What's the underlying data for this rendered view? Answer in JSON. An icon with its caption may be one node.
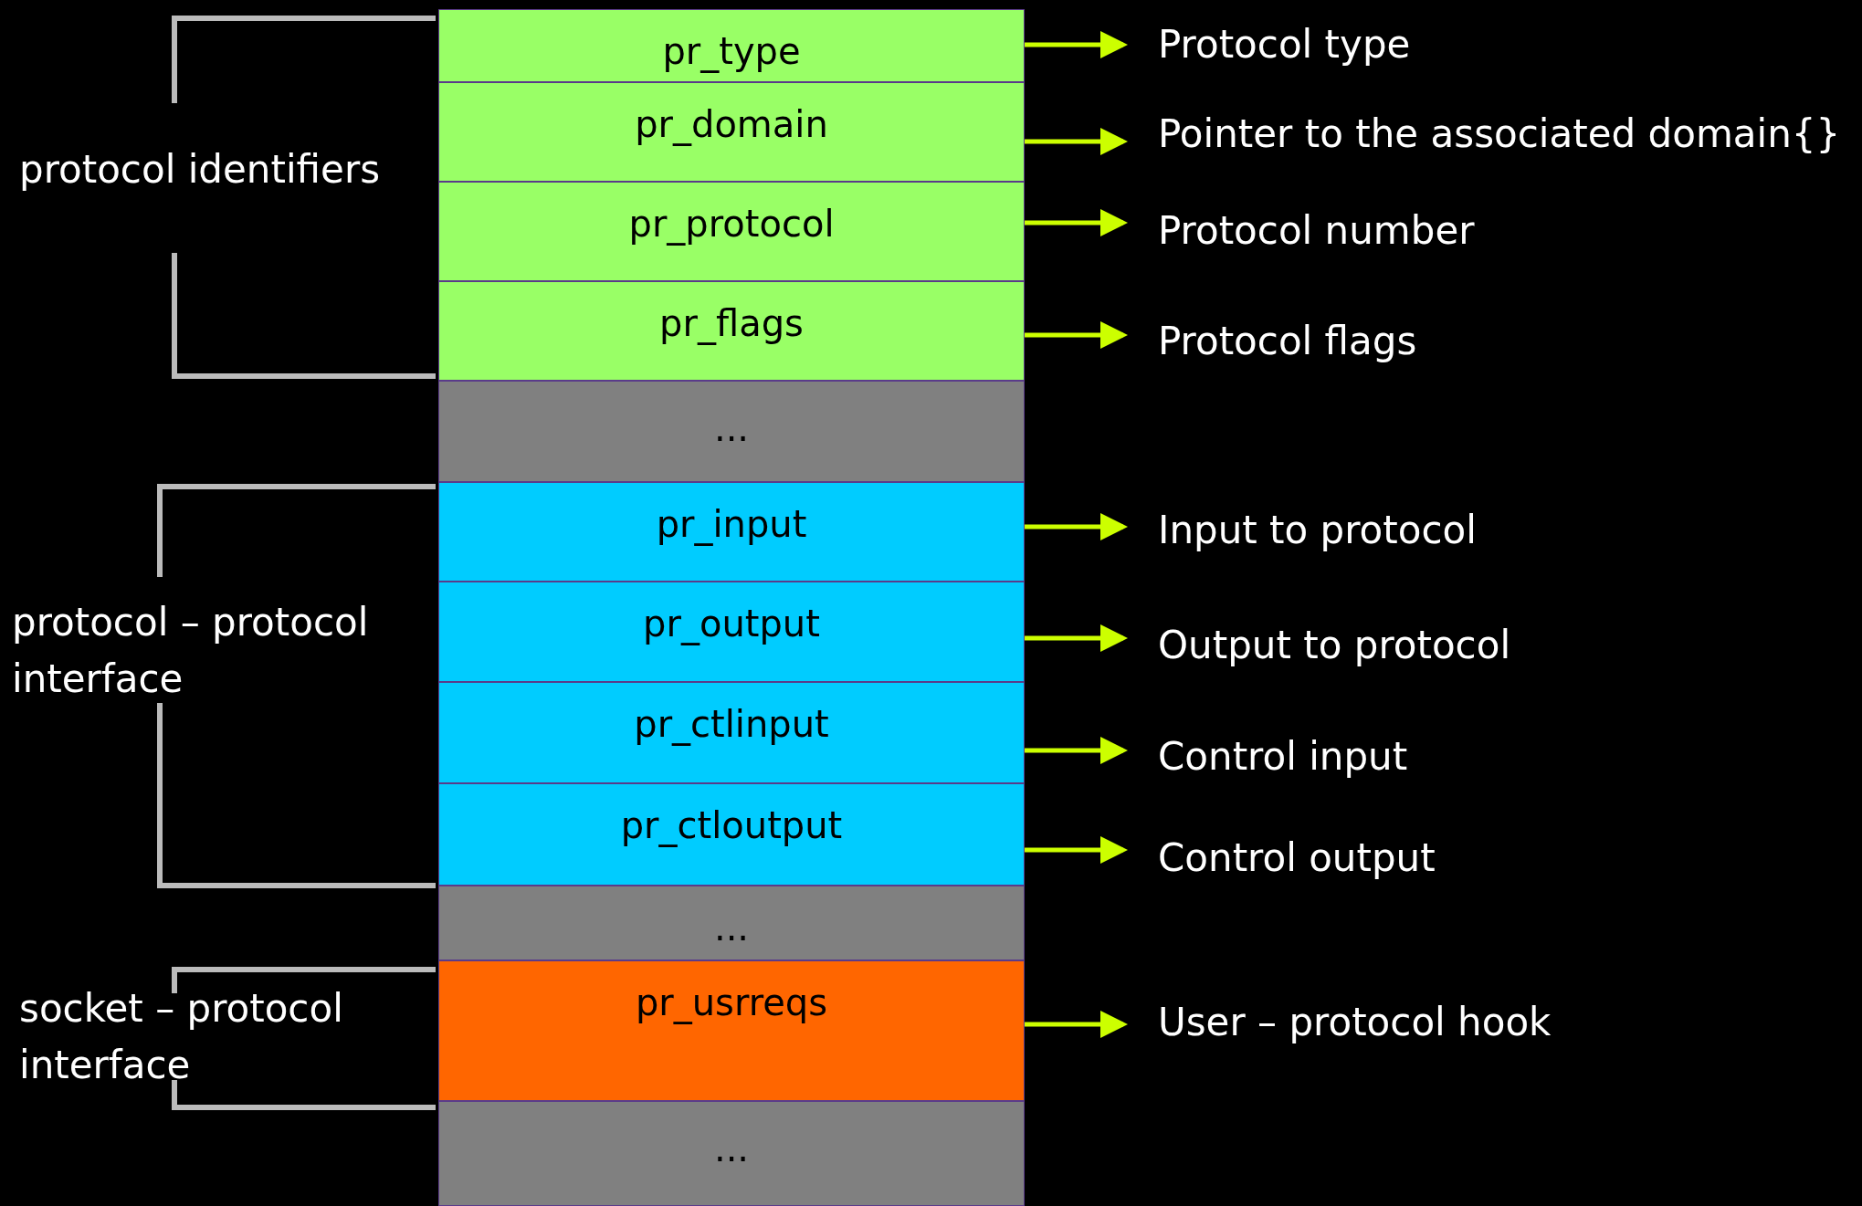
{
  "diagram": {
    "nodes": [
      {
        "text": [
          "pr_type"
        ]
      },
      {
        "text": [
          "pr_domain"
        ]
      },
      {
        "text": [
          "pr_protocol"
        ]
      },
      {
        "text": [
          "pr_flags"
        ]
      },
      {
        "text": [
          "..."
        ]
      },
      {
        "text": [
          "pr_input"
        ]
      },
      {
        "text": [
          "pr_output"
        ]
      },
      {
        "text": [
          "pr_ctlinput"
        ]
      },
      {
        "text": [
          "pr_ctloutput"
        ]
      },
      {
        "text": [
          "..."
        ]
      },
      {
        "text": [
          "pr_usrreqs"
        ]
      },
      {
        "text": [
          "..."
        ]
      },
      {
        "text": [
          "Protocol type"
        ]
      },
      {
        "text": [
          "Pointer to the associated domain{}"
        ]
      },
      {
        "text": [
          "Protocol number"
        ]
      },
      {
        "text": [
          "Protocol flags"
        ]
      },
      {
        "text": [
          "Input to protocol"
        ]
      },
      {
        "text": [
          "Output to protocol"
        ]
      },
      {
        "text": [
          "Control input"
        ]
      },
      {
        "text": [
          "Control output"
        ]
      },
      {
        "text": [
          "User – protocol hook"
        ]
      }
    ],
    "edges": [
      {
        "from": 0,
        "to": 12,
        "arrow": "to"
      },
      {
        "from": 1,
        "to": 13,
        "arrow": "to"
      },
      {
        "from": 2,
        "to": 14,
        "arrow": "to"
      },
      {
        "from": 3,
        "to": 15,
        "arrow": "to"
      },
      {
        "from": 5,
        "to": 16,
        "arrow": "to"
      },
      {
        "from": 6,
        "to": 17,
        "arrow": "to"
      },
      {
        "from": 7,
        "to": 18,
        "arrow": "to"
      },
      {
        "from": 8,
        "to": 19,
        "arrow": "to"
      },
      {
        "from": 10,
        "to": 20,
        "arrow": "to"
      }
    ],
    "labels": [
      "protocol identifiers",
      "protocol – protocol interface",
      "socket – protocol interface"
    ]
  }
}
